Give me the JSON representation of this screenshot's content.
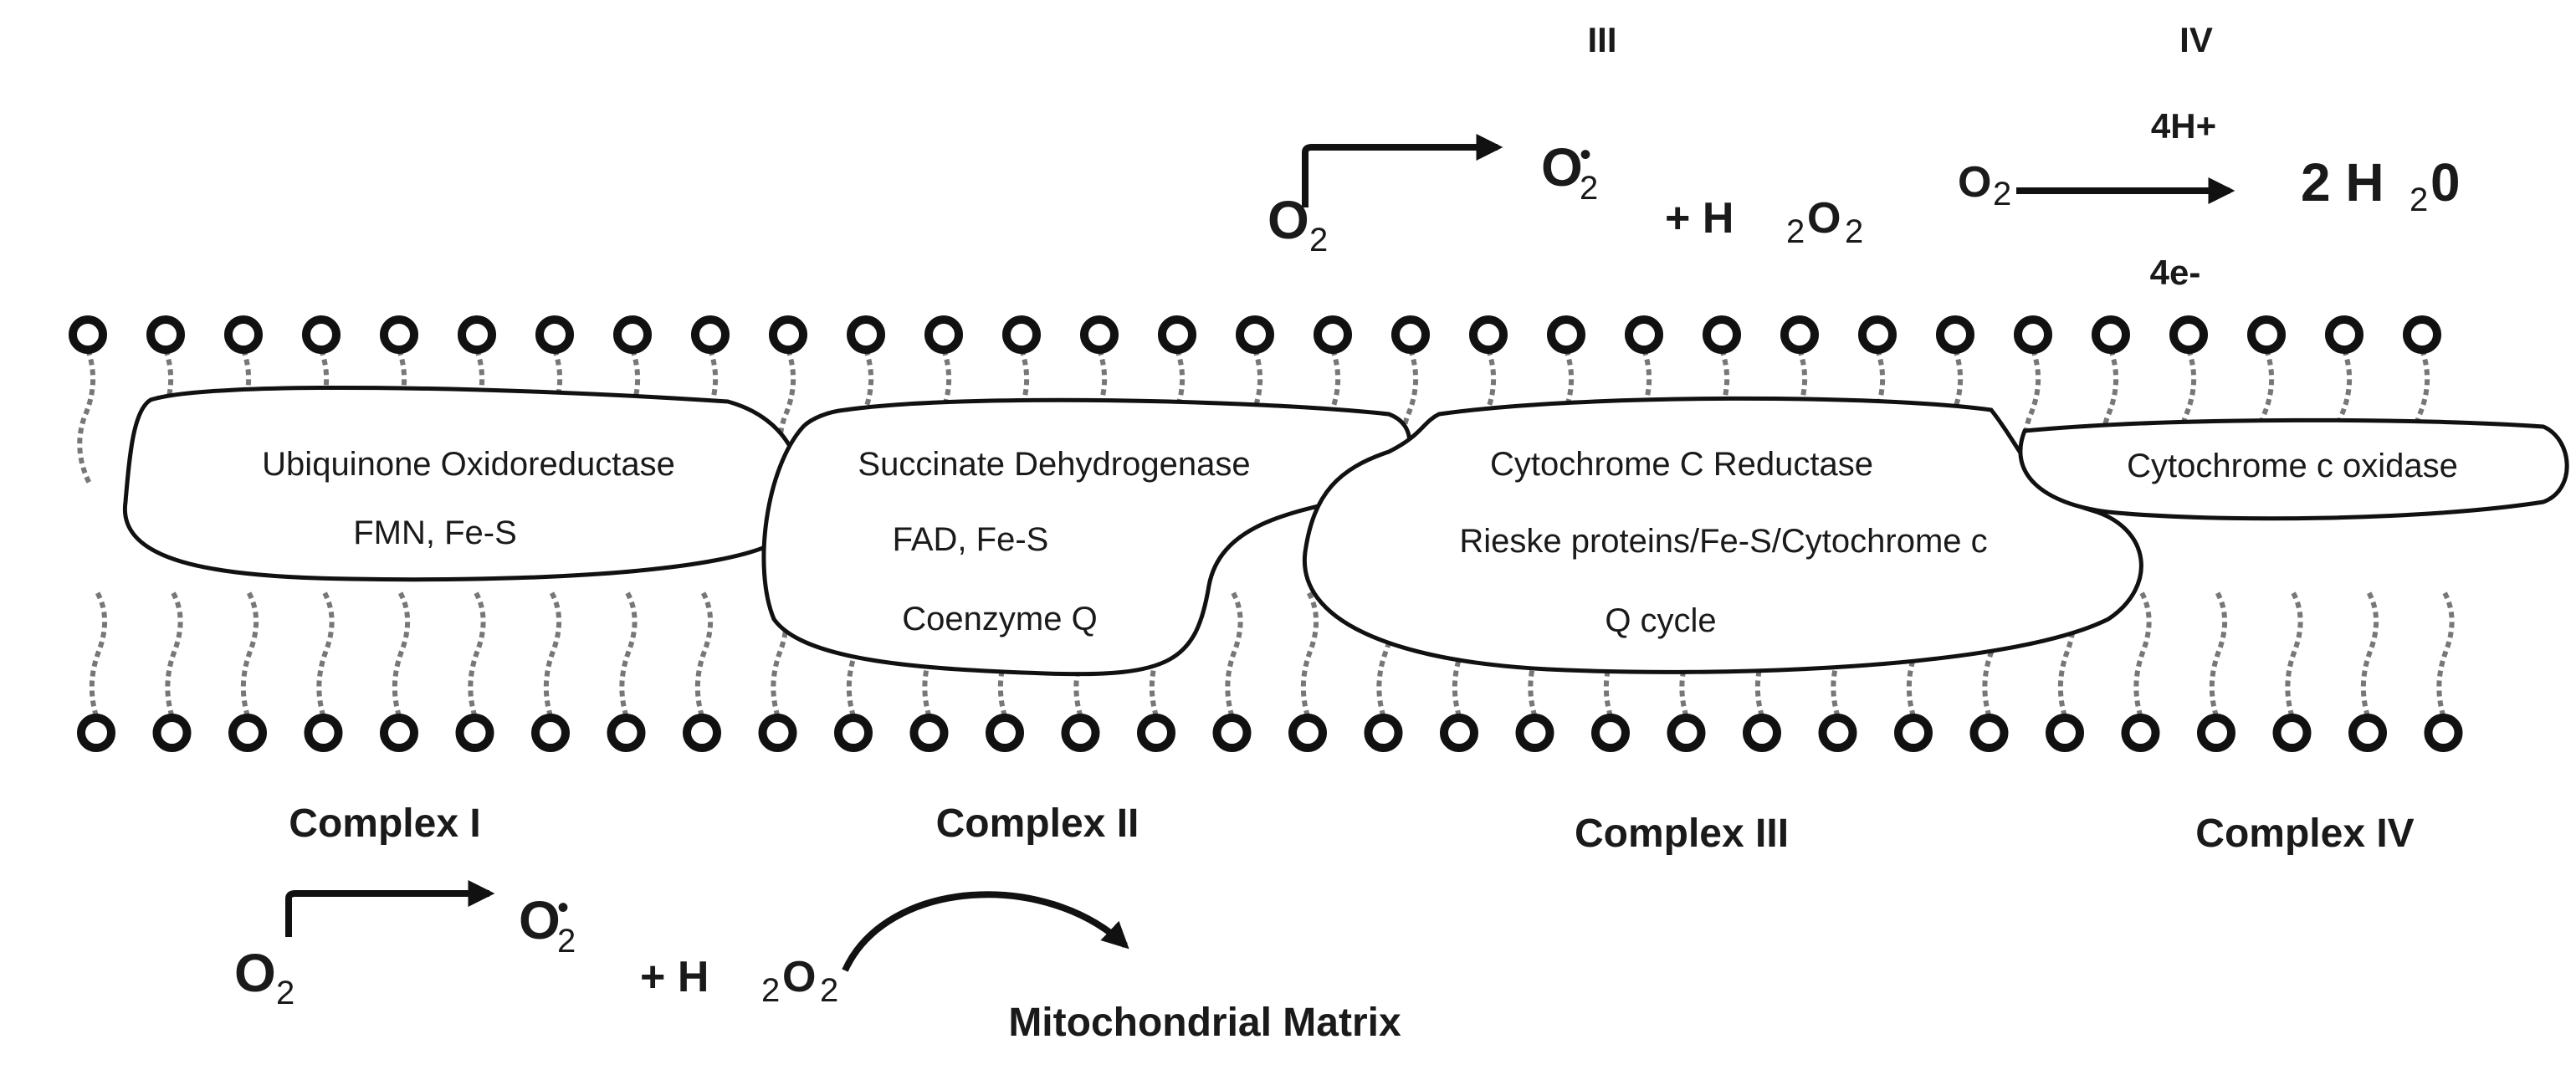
{
  "roman_labels": {
    "complex_iii": "III",
    "complex_iv": "IV"
  },
  "top_reaction_iii": {
    "o2": "O",
    "o2_sub": "2",
    "superoxide": "O",
    "superoxide_sub": "2",
    "superoxide_sup": "•",
    "plus_h2o2": "+ H",
    "h2o2_sub1": "2",
    "h2o2_o": "O",
    "h2o2_sub2": "2"
  },
  "top_reaction_iv": {
    "o2": "O",
    "o2_sub": "2",
    "above_arrow": "4H+",
    "below_arrow": "4e-",
    "product": "2 H",
    "product_sub": "2",
    "product_end": "0"
  },
  "complexes": [
    {
      "name": "Complex I",
      "lines": [
        "Ubiquinone Oxidoreductase",
        "FMN, Fe-S"
      ]
    },
    {
      "name": "Complex II",
      "lines": [
        "Succinate Dehydrogenase",
        "FAD, Fe-S",
        "Coenzyme Q"
      ]
    },
    {
      "name": "Complex III",
      "lines": [
        "Cytochrome C Reductase",
        "Rieske proteins/Fe-S/Cytochrome c",
        "Q cycle"
      ]
    },
    {
      "name": "Complex IV",
      "lines": [
        "Cytochrome c oxidase"
      ]
    }
  ],
  "bottom_reaction": {
    "o2": "O",
    "o2_sub": "2",
    "superoxide": "O",
    "superoxide_sub": "2",
    "superoxide_sup": "•",
    "plus_h2o2": "+ H",
    "h2o2_sub1": "2",
    "h2o2_o": "O",
    "h2o2_sub2": "2"
  },
  "matrix_label": "Mitochondrial Matrix"
}
